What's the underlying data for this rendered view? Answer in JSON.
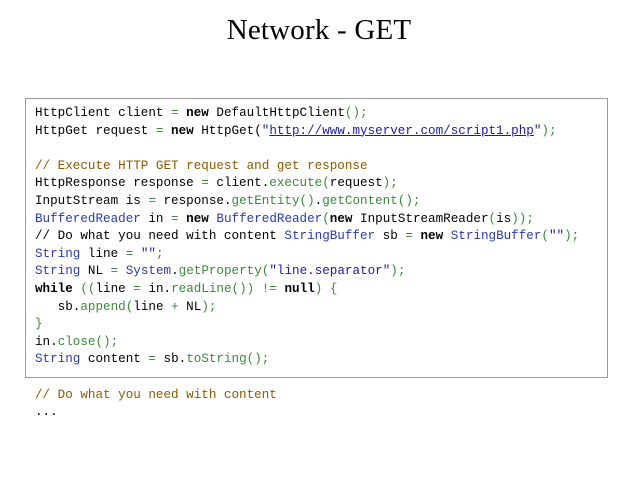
{
  "slide": {
    "title": "Network - GET"
  },
  "code": {
    "lines": [
      [
        {
          "t": "plain",
          "v": "HttpClient client "
        },
        {
          "t": "op",
          "v": "="
        },
        {
          "t": "plain",
          "v": " "
        },
        {
          "t": "kw",
          "v": "new"
        },
        {
          "t": "plain",
          "v": " DefaultHttpClient"
        },
        {
          "t": "op",
          "v": "();"
        }
      ],
      [
        {
          "t": "plain",
          "v": "HttpGet request "
        },
        {
          "t": "op",
          "v": "="
        },
        {
          "t": "plain",
          "v": " "
        },
        {
          "t": "kw",
          "v": "new"
        },
        {
          "t": "plain",
          "v": " HttpGet("
        },
        {
          "t": "str",
          "v": "\""
        },
        {
          "t": "url",
          "v": "http://www.myserver.com/script1.php"
        },
        {
          "t": "str",
          "v": "\""
        },
        {
          "t": "op",
          "v": ");"
        }
      ],
      [],
      [
        {
          "t": "comment",
          "v": "// Execute HTTP GET request and get response"
        }
      ],
      [
        {
          "t": "plain",
          "v": "HttpResponse response "
        },
        {
          "t": "op",
          "v": "="
        },
        {
          "t": "plain",
          "v": " client."
        },
        {
          "t": "call",
          "v": "execute("
        },
        {
          "t": "plain",
          "v": "request"
        },
        {
          "t": "op",
          "v": ");"
        }
      ],
      [
        {
          "t": "plain",
          "v": "InputStream is "
        },
        {
          "t": "op",
          "v": "="
        },
        {
          "t": "plain",
          "v": " response."
        },
        {
          "t": "call",
          "v": "getEntity()"
        },
        {
          "t": "plain",
          "v": "."
        },
        {
          "t": "call",
          "v": "getContent()"
        },
        {
          "t": "op",
          "v": ";"
        }
      ],
      [
        {
          "t": "type",
          "v": "BufferedReader"
        },
        {
          "t": "plain",
          "v": " in "
        },
        {
          "t": "op",
          "v": "="
        },
        {
          "t": "plain",
          "v": " "
        },
        {
          "t": "kw",
          "v": "new"
        },
        {
          "t": "plain",
          "v": " "
        },
        {
          "t": "type",
          "v": "BufferedReader"
        },
        {
          "t": "op",
          "v": "("
        },
        {
          "t": "kw",
          "v": "new"
        },
        {
          "t": "plain",
          "v": " InputStreamReader"
        },
        {
          "t": "op",
          "v": "("
        },
        {
          "t": "plain",
          "v": "is"
        },
        {
          "t": "op",
          "v": "));"
        }
      ],
      [
        {
          "t": "plain",
          "v": "// Do what you need with content "
        },
        {
          "t": "type",
          "v": "StringBuffer"
        },
        {
          "t": "plain",
          "v": " sb "
        },
        {
          "t": "op",
          "v": "="
        },
        {
          "t": "plain",
          "v": " "
        },
        {
          "t": "kw",
          "v": "new"
        },
        {
          "t": "plain",
          "v": " "
        },
        {
          "t": "type",
          "v": "StringBuffer"
        },
        {
          "t": "op",
          "v": "("
        },
        {
          "t": "str",
          "v": "\"\""
        },
        {
          "t": "op",
          "v": ");"
        }
      ],
      [
        {
          "t": "type",
          "v": "String"
        },
        {
          "t": "plain",
          "v": " line "
        },
        {
          "t": "op",
          "v": "="
        },
        {
          "t": "plain",
          "v": " "
        },
        {
          "t": "str",
          "v": "\"\""
        },
        {
          "t": "op",
          "v": ";"
        }
      ],
      [
        {
          "t": "type",
          "v": "String"
        },
        {
          "t": "plain",
          "v": " NL "
        },
        {
          "t": "op",
          "v": "="
        },
        {
          "t": "plain",
          "v": " "
        },
        {
          "t": "type",
          "v": "System"
        },
        {
          "t": "plain",
          "v": "."
        },
        {
          "t": "call",
          "v": "getProperty("
        },
        {
          "t": "str",
          "v": "\"line.separator\""
        },
        {
          "t": "op",
          "v": ");"
        }
      ],
      [
        {
          "t": "kw",
          "v": "while"
        },
        {
          "t": "plain",
          "v": " "
        },
        {
          "t": "op",
          "v": "(("
        },
        {
          "t": "plain",
          "v": "line "
        },
        {
          "t": "op",
          "v": "="
        },
        {
          "t": "plain",
          "v": " in."
        },
        {
          "t": "call",
          "v": "readLine()"
        },
        {
          "t": "op",
          "v": ")"
        },
        {
          "t": "plain",
          "v": " "
        },
        {
          "t": "op",
          "v": "!="
        },
        {
          "t": "plain",
          "v": " "
        },
        {
          "t": "kw",
          "v": "null"
        },
        {
          "t": "op",
          "v": ")"
        },
        {
          "t": "plain",
          "v": " "
        },
        {
          "t": "op",
          "v": "{"
        }
      ],
      [
        {
          "t": "plain",
          "v": "   sb."
        },
        {
          "t": "call",
          "v": "append("
        },
        {
          "t": "plain",
          "v": "line "
        },
        {
          "t": "op",
          "v": "+"
        },
        {
          "t": "plain",
          "v": " NL"
        },
        {
          "t": "op",
          "v": ");"
        }
      ],
      [
        {
          "t": "op",
          "v": "}"
        }
      ],
      [
        {
          "t": "plain",
          "v": "in."
        },
        {
          "t": "call",
          "v": "close()"
        },
        {
          "t": "op",
          "v": ";"
        }
      ],
      [
        {
          "t": "type",
          "v": "String"
        },
        {
          "t": "plain",
          "v": " content "
        },
        {
          "t": "op",
          "v": "="
        },
        {
          "t": "plain",
          "v": " sb."
        },
        {
          "t": "call",
          "v": "toString()"
        },
        {
          "t": "op",
          "v": ";"
        }
      ],
      [],
      [
        {
          "t": "comment",
          "v": "// Do what you need with content"
        }
      ],
      [
        {
          "t": "plain",
          "v": "..."
        }
      ]
    ]
  }
}
